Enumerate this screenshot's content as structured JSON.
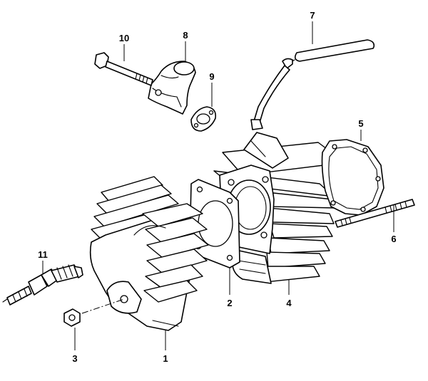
{
  "callouts": [
    {
      "id": "c1",
      "label": "1",
      "part": "cylinder-head"
    },
    {
      "id": "c2",
      "label": "2",
      "part": "cylinder-head-gasket"
    },
    {
      "id": "c3",
      "label": "3",
      "part": "head-nut"
    },
    {
      "id": "c4",
      "label": "4",
      "part": "cylinder"
    },
    {
      "id": "c5",
      "label": "5",
      "part": "cylinder-base-gasket"
    },
    {
      "id": "c6",
      "label": "6",
      "part": "stud-bolt"
    },
    {
      "id": "c7",
      "label": "7",
      "part": "hose"
    },
    {
      "id": "c8",
      "label": "8",
      "part": "intake-pipe"
    },
    {
      "id": "c9",
      "label": "9",
      "part": "intake-pipe-gasket"
    },
    {
      "id": "c10",
      "label": "10",
      "part": "bolt"
    },
    {
      "id": "c11",
      "label": "11",
      "part": "spark-plug"
    }
  ]
}
